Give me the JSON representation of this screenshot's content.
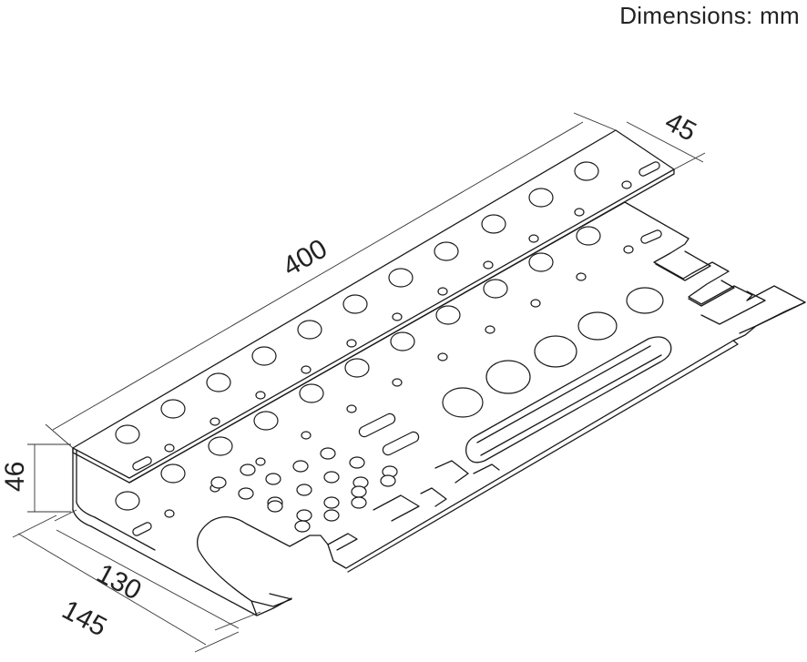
{
  "units_label": "Dimensions: mm",
  "dimensions": {
    "length": "400",
    "flange_width": "45",
    "height": "46",
    "inner_depth": "130",
    "outer_depth": "145"
  },
  "part": "perforated-bracket"
}
